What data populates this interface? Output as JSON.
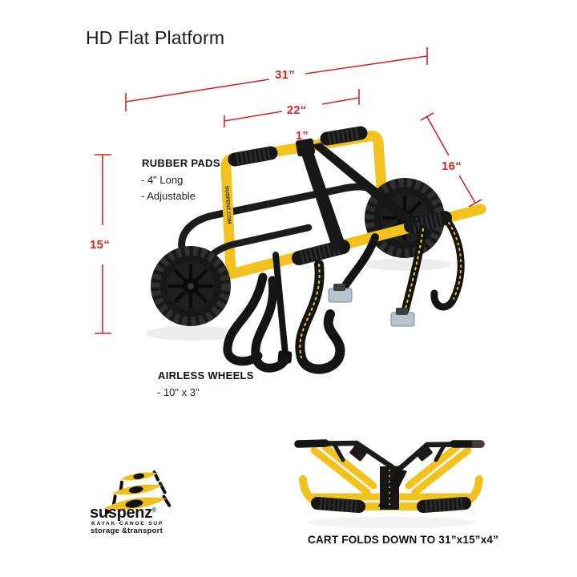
{
  "title": "HD Flat Platform",
  "dimensions": {
    "overall_width": "31”",
    "inner_width": "22“",
    "tube": "1”",
    "depth": "16“",
    "height": "15“"
  },
  "callouts": {
    "rubber_pads": {
      "heading": "RUBBER PADS",
      "item1": "- 4\" Long",
      "item2": "- Adjustable"
    },
    "airless_wheels": {
      "heading": "AIRLESS WHEELS",
      "item1": "- 10\" x 3\""
    }
  },
  "cart": {
    "tube_text": "SUSPENZ.COM"
  },
  "folded": {
    "caption": "CART FOLDS DOWN TO 31”x15”x4”"
  },
  "brand": {
    "name": "suspenz",
    "registered": "®",
    "tagline_top": "KAYAK·CANOE·SUP",
    "tagline_bottom": "storage &transport"
  },
  "colors": {
    "dimension_red": "#cf2727",
    "frame_yellow": "#f2c21e",
    "black": "#1a1a1a"
  }
}
